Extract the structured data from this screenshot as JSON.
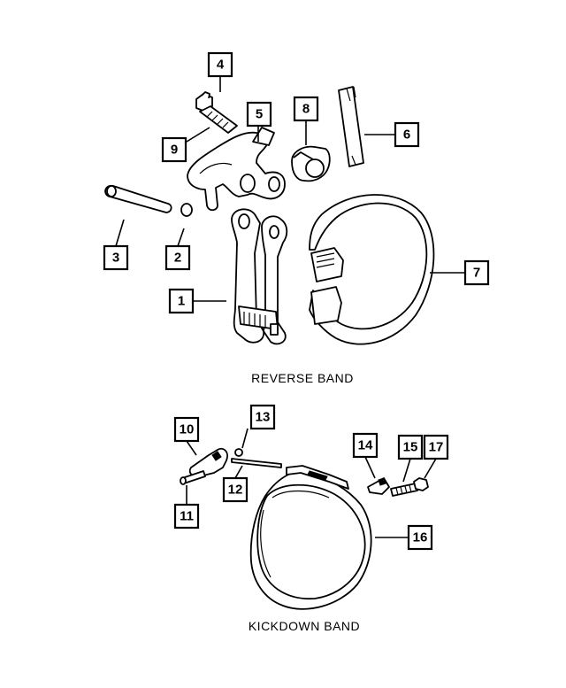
{
  "sections": {
    "reverse_label": "REVERSE BAND",
    "kickdown_label": "KICKDOWN BAND"
  },
  "callouts": [
    "1",
    "2",
    "3",
    "4",
    "5",
    "6",
    "7",
    "8",
    "9",
    "10",
    "11",
    "12",
    "13",
    "14",
    "15",
    "16",
    "17"
  ]
}
